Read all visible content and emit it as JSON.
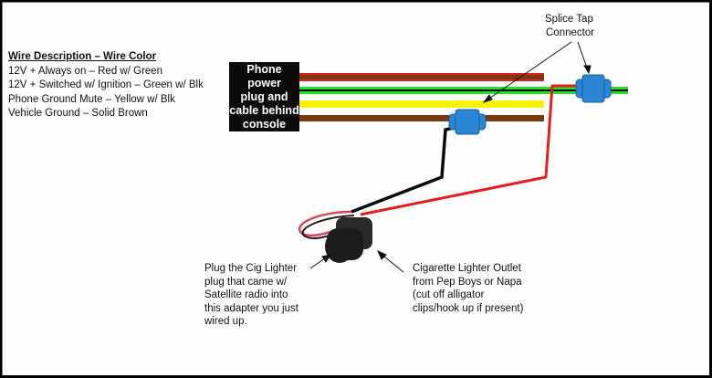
{
  "legend": {
    "title": "Wire Description – Wire Color",
    "items": [
      {
        "label": "12V + Always on – Red w/ Green",
        "wire_color": "#e21e1e",
        "stripe_color": "#7a3a10"
      },
      {
        "label": "12V + Switched w/ Ignition – Green w/ Blk",
        "wire_color": "#22e02a",
        "stripe_color": "#000000"
      },
      {
        "label": "Phone Ground Mute – Yellow w/ Blk",
        "wire_color": "#f7f20c",
        "stripe_color": "#f7f20c"
      },
      {
        "label": "Vehicle Ground – Solid Brown",
        "wire_color": "#7a3a10",
        "stripe_color": "#7a3a10"
      }
    ]
  },
  "phone_box": {
    "lines": [
      "Phone",
      "power",
      "plug and",
      "cable behind",
      "console"
    ]
  },
  "labels": {
    "splice_tap": [
      "Splice Tap",
      "Connector"
    ],
    "cig_plug": [
      "Plug the Cig Lighter",
      "plug that came w/",
      "Satellite radio into",
      "this adapter you just",
      "wired up."
    ],
    "outlet": [
      "Cigarette Lighter Outlet",
      "from Pep Boys or Napa",
      "(cut off alligator",
      "clips/hook up if present)"
    ]
  },
  "colors": {
    "red_wire": "#e21e1e",
    "black_wire": "#0a0a0a",
    "connector_blue": "#2a86d4",
    "outlet_body": "#1c1c1c"
  }
}
